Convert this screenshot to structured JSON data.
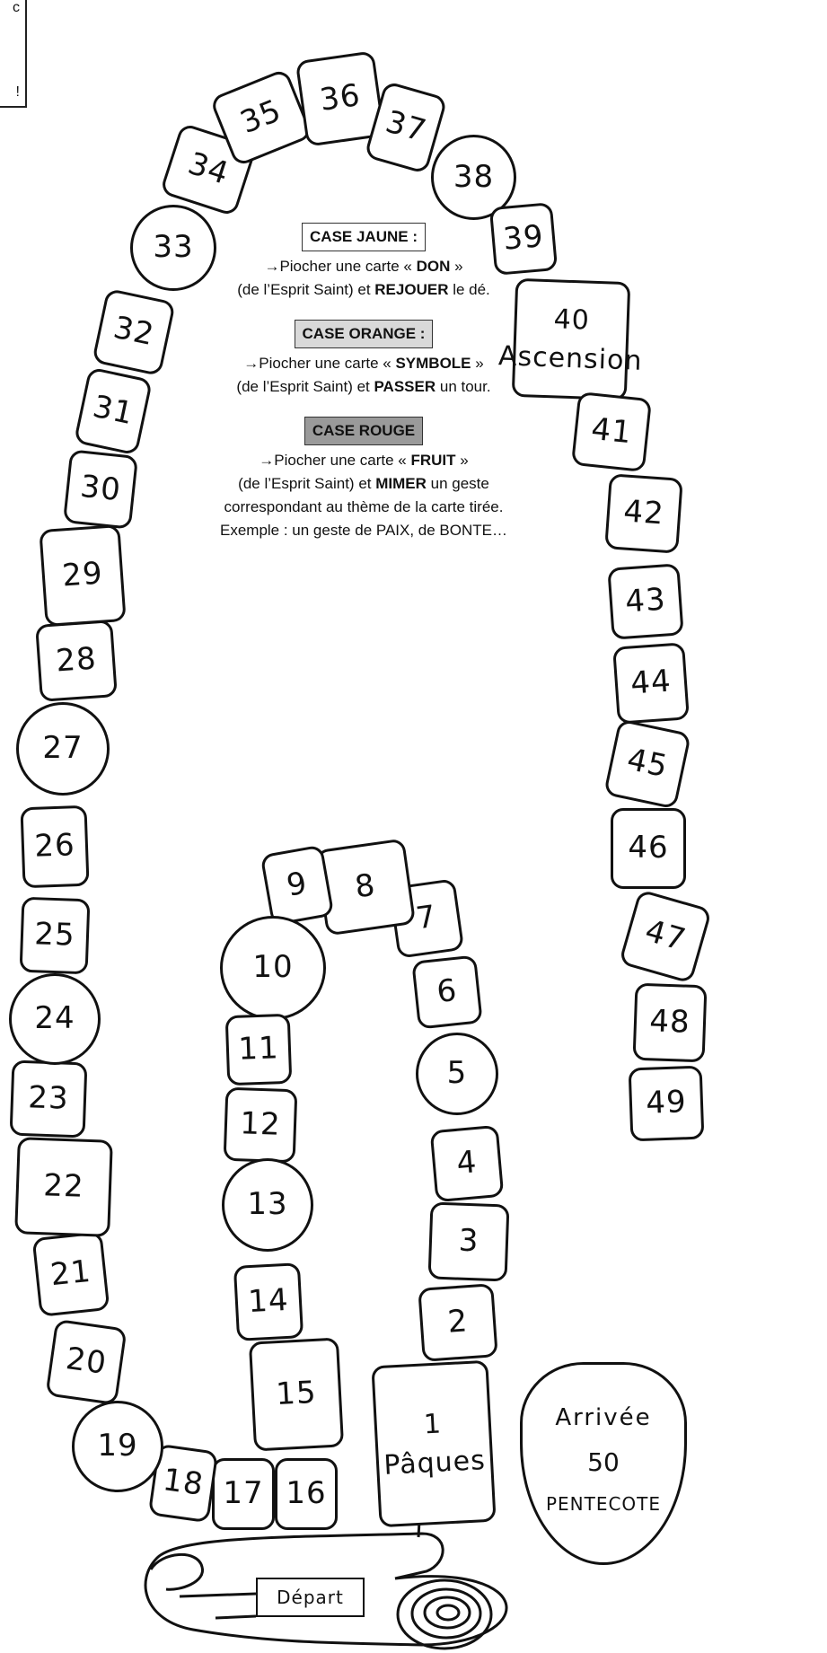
{
  "rules": {
    "jaune": {
      "title": "CASE JAUNE :",
      "line1_pre": "→Piocher une carte « ",
      "line1_bold": "DON",
      "line1_post": " »",
      "line2_pre": "(de l’Esprit Saint) et ",
      "line2_bold": "REJOUER",
      "line2_post": " le dé."
    },
    "orange": {
      "title": "CASE ORANGE :",
      "line1_pre": "→Piocher une carte « ",
      "line1_bold": "SYMBOLE",
      "line1_post": " »",
      "line2_pre": "(de l’Esprit Saint) et ",
      "line2_bold": "PASSER",
      "line2_post": "  un tour."
    },
    "rouge": {
      "title": "CASE ROUGE",
      "line1_pre": "→Piocher une carte « ",
      "line1_bold": "FRUIT",
      "line1_post": " »",
      "line2_pre": "(de l’Esprit Saint) et ",
      "line2_bold": "MIMER",
      "line2_post": " un geste",
      "line3": "correspondant au thème de la carte tirée.",
      "line4": "Exemple : un geste de PAIX, de BONTE…"
    }
  },
  "start": {
    "label": "Départ"
  },
  "finish": {
    "line1": "Arrivée",
    "number": "50",
    "line3": "PENTECOTE"
  },
  "corner": {
    "top": "c",
    "bottom": "!"
  },
  "cells": [
    {
      "n": "1",
      "sub": "Pâques",
      "shape": "sq"
    },
    {
      "n": "2",
      "shape": "sq"
    },
    {
      "n": "3",
      "shape": "sq"
    },
    {
      "n": "4",
      "shape": "sq"
    },
    {
      "n": "5",
      "shape": "circ"
    },
    {
      "n": "6",
      "shape": "sq"
    },
    {
      "n": "7",
      "shape": "sq"
    },
    {
      "n": "8",
      "shape": "sq"
    },
    {
      "n": "9",
      "shape": "sq"
    },
    {
      "n": "10",
      "shape": "circ"
    },
    {
      "n": "11",
      "shape": "sq"
    },
    {
      "n": "12",
      "shape": "sq"
    },
    {
      "n": "13",
      "shape": "circ"
    },
    {
      "n": "14",
      "shape": "sq"
    },
    {
      "n": "15",
      "shape": "sq"
    },
    {
      "n": "16",
      "shape": "sq"
    },
    {
      "n": "17",
      "shape": "sq"
    },
    {
      "n": "18",
      "shape": "sq"
    },
    {
      "n": "19",
      "shape": "circ"
    },
    {
      "n": "20",
      "shape": "sq"
    },
    {
      "n": "21",
      "shape": "sq"
    },
    {
      "n": "22",
      "shape": "sq"
    },
    {
      "n": "23",
      "shape": "sq"
    },
    {
      "n": "24",
      "shape": "circ"
    },
    {
      "n": "25",
      "shape": "sq"
    },
    {
      "n": "26",
      "shape": "sq"
    },
    {
      "n": "27",
      "shape": "circ"
    },
    {
      "n": "28",
      "shape": "sq"
    },
    {
      "n": "29",
      "shape": "sq"
    },
    {
      "n": "30",
      "shape": "sq"
    },
    {
      "n": "31",
      "shape": "sq"
    },
    {
      "n": "32",
      "shape": "sq"
    },
    {
      "n": "33",
      "shape": "circ"
    },
    {
      "n": "34",
      "shape": "sq"
    },
    {
      "n": "35",
      "shape": "sq"
    },
    {
      "n": "36",
      "shape": "sq"
    },
    {
      "n": "37",
      "shape": "sq"
    },
    {
      "n": "38",
      "shape": "circ"
    },
    {
      "n": "39",
      "shape": "sq"
    },
    {
      "n": "40",
      "sub": "Ascension",
      "shape": "sq"
    },
    {
      "n": "41",
      "shape": "sq"
    },
    {
      "n": "42",
      "shape": "sq"
    },
    {
      "n": "43",
      "shape": "sq"
    },
    {
      "n": "44",
      "shape": "sq"
    },
    {
      "n": "45",
      "shape": "sq"
    },
    {
      "n": "46",
      "shape": "sq"
    },
    {
      "n": "47",
      "shape": "sq"
    },
    {
      "n": "48",
      "shape": "sq"
    },
    {
      "n": "49",
      "shape": "sq"
    }
  ]
}
